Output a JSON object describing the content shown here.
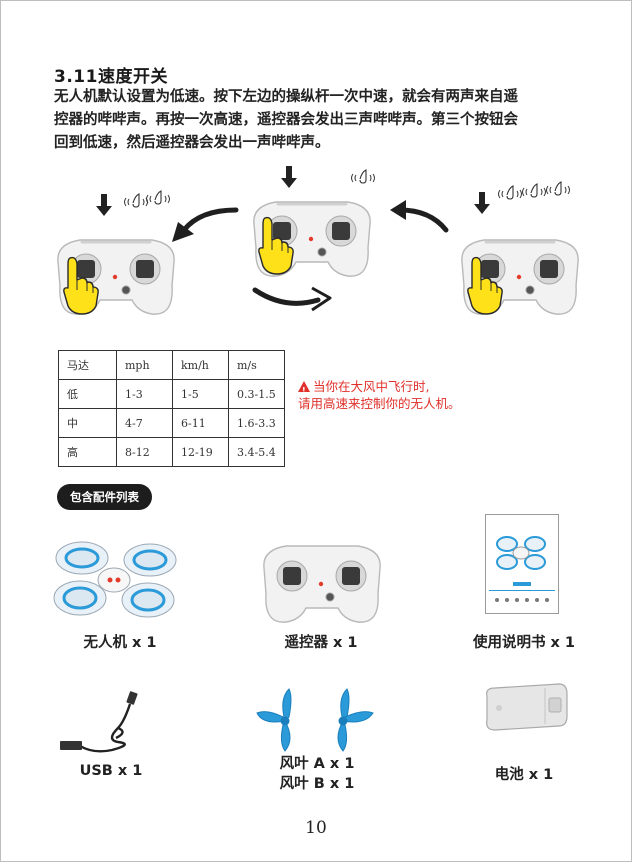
{
  "section": {
    "heading": "3.11速度开关",
    "paragraph_lines": [
      "无人机默认设置为低速。按下左边的操纵杆一次中速，就会有两声来自遥",
      "控器的哔哔声。再按一次高速，遥控器会发出三声哔哔声。第三个按钮会",
      "回到低速，然后遥控器会发出一声哔哔声。"
    ]
  },
  "speed_table": {
    "headers": [
      "马达",
      "mph",
      "km/h",
      "m/s"
    ],
    "rows": [
      [
        "低",
        "1-3",
        "1-5",
        "0.3-1.5"
      ],
      [
        "中",
        "4-7",
        "6-11",
        "1.6-3.3"
      ],
      [
        "高",
        "8-12",
        "12-19",
        "3.4-5.4"
      ]
    ]
  },
  "warning": {
    "line1": "当你在大风中飞行时,",
    "line2": "请用高速来控制你的无人机。"
  },
  "parts": {
    "title": "包含配件列表",
    "drone": "无人机 x 1",
    "remote": "遥控器 x 1",
    "manual": "使用说明书 x 1",
    "usb": "USB x 1",
    "blade_a": "风叶  A x 1",
    "blade_b": "风叶  B x 1",
    "battery": "电池 x 1"
  },
  "page_number": "10",
  "colors": {
    "text": "#1a1a1a",
    "warning_red": "#e0302a",
    "propeller_blue": "#2b9ad8",
    "hand_yellow": "#ffe11a",
    "led_red": "#e33b2b"
  }
}
